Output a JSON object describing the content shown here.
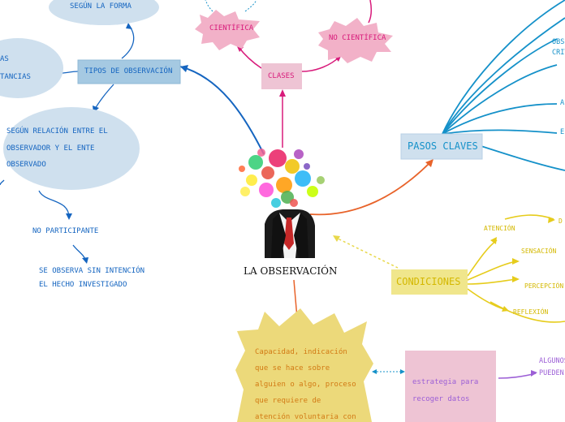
{
  "central": {
    "title": "LA OBSERVACIÓN"
  },
  "left": {
    "segun_forma": "SEGÚN LA FORMA",
    "tipos": "TIPOS DE OBSERVACIÓN",
    "partial_lines": [
      "AS",
      "TANCIAS"
    ],
    "segun_relacion": [
      "SEGÚN RELACIÓN ENTRE EL",
      "OBSERVADOR Y EL ENTE",
      "OBSERVADO"
    ],
    "no_participante": "NO PARTICIPANTE",
    "se_observa": [
      "SE OBSERVA SIN INTENCIÓN",
      "EL HECHO INVESTIGADO"
    ]
  },
  "top": {
    "clases": "CLASES",
    "cientifica": "CIENTÍFICA",
    "no_cientifica": "NO CIENTÍFICA"
  },
  "right": {
    "pasos": "PASOS CLAVES",
    "partial": [
      "OBS",
      "CRIT",
      "A",
      "E"
    ],
    "condiciones": "CONDICIONES",
    "items": [
      "ATENCIÓN",
      "SENSACIÓN",
      "PERCEPCIÓN",
      "REFLEXIÓN"
    ],
    "partial_d": "D"
  },
  "bottom": {
    "capacidad": [
      "Capacidad, indicación",
      "que se hace sobre",
      "alguien o algo, proceso",
      "que requiere de",
      "atención voluntaria con"
    ],
    "estrategia": [
      "estrategia para",
      "recoger datos"
    ],
    "partial_right": [
      "ALGUNOS",
      "PUEDEN"
    ]
  }
}
